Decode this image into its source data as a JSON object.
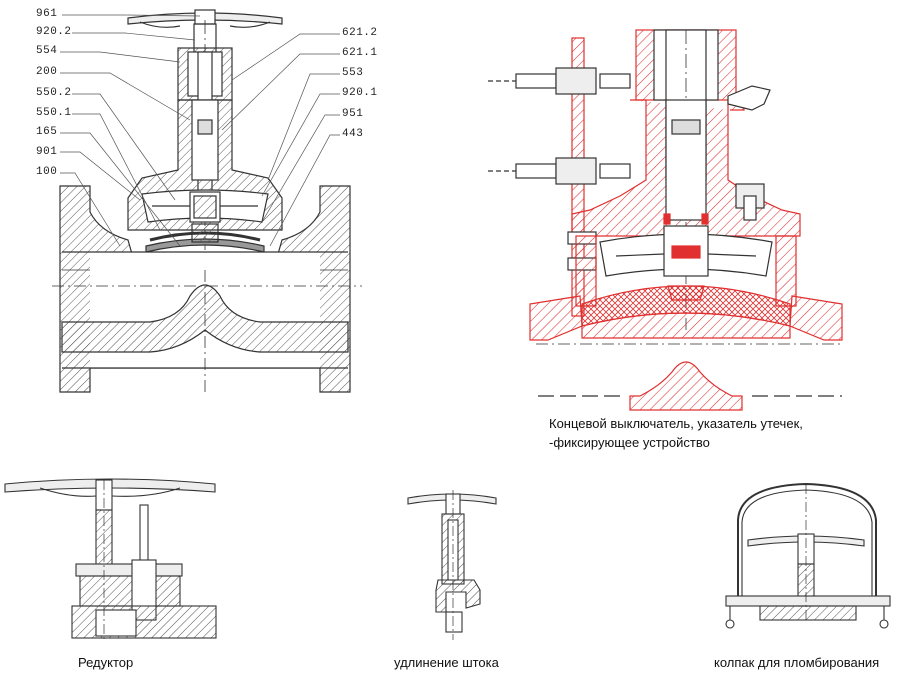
{
  "left_labels": [
    "961",
    "920.2",
    "554",
    "200",
    "550.2",
    "550.1",
    "165",
    "901",
    "100"
  ],
  "right_labels": [
    "621.2",
    "621.1",
    "553",
    "920.1",
    "951",
    "443"
  ],
  "detail_caption_line1": "Концевой выключатель, указатель утечек,",
  "detail_caption_line2": "-фиксирующее устройство",
  "caption_reducer": "Редуктор",
  "caption_stem_extension": "удлинение штока",
  "caption_seal_cap": "колпак для пломбирования",
  "colors": {
    "line": "#333333",
    "hatch": "#555555",
    "red": "#e03030",
    "red_fill": "#f6c9c9"
  }
}
